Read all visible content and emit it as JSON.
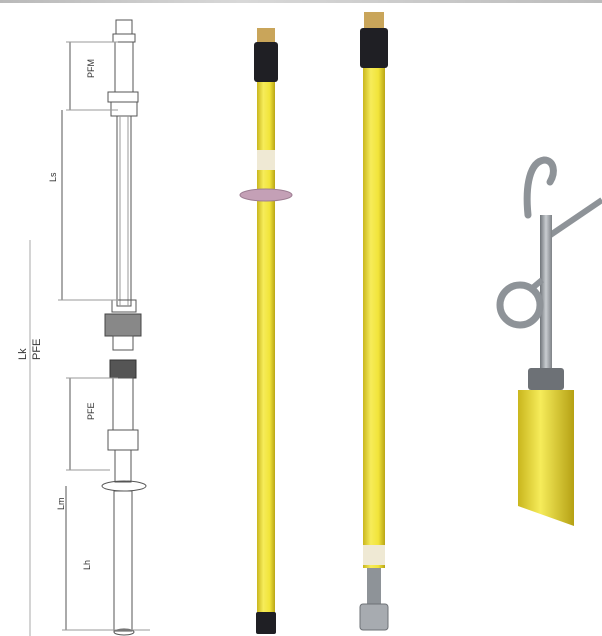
{
  "drawing": {
    "labels": {
      "pfm": "PFM",
      "ls": "Ls",
      "lk": "Lk",
      "pfe_side": "PFE",
      "pfe": "PFE",
      "lm": "Lm",
      "lh": "Lh"
    }
  },
  "colors": {
    "pole_yellow": "#f1e43a",
    "pole_yellow_shade": "#c9b61d",
    "cap_dark": "#1f1f24",
    "brass": "#c9a55a",
    "guard_ring": "#c4a0b6",
    "steel": "#8e9398",
    "background": "#ffffff"
  },
  "icons": {
    "technical_drawing": "grounding-stick-drawing-icon",
    "pole_with_guard": "yellow-pole-with-guard-icon",
    "pole_plain": "yellow-pole-plain-icon",
    "hook": "clamp-hook-icon"
  }
}
